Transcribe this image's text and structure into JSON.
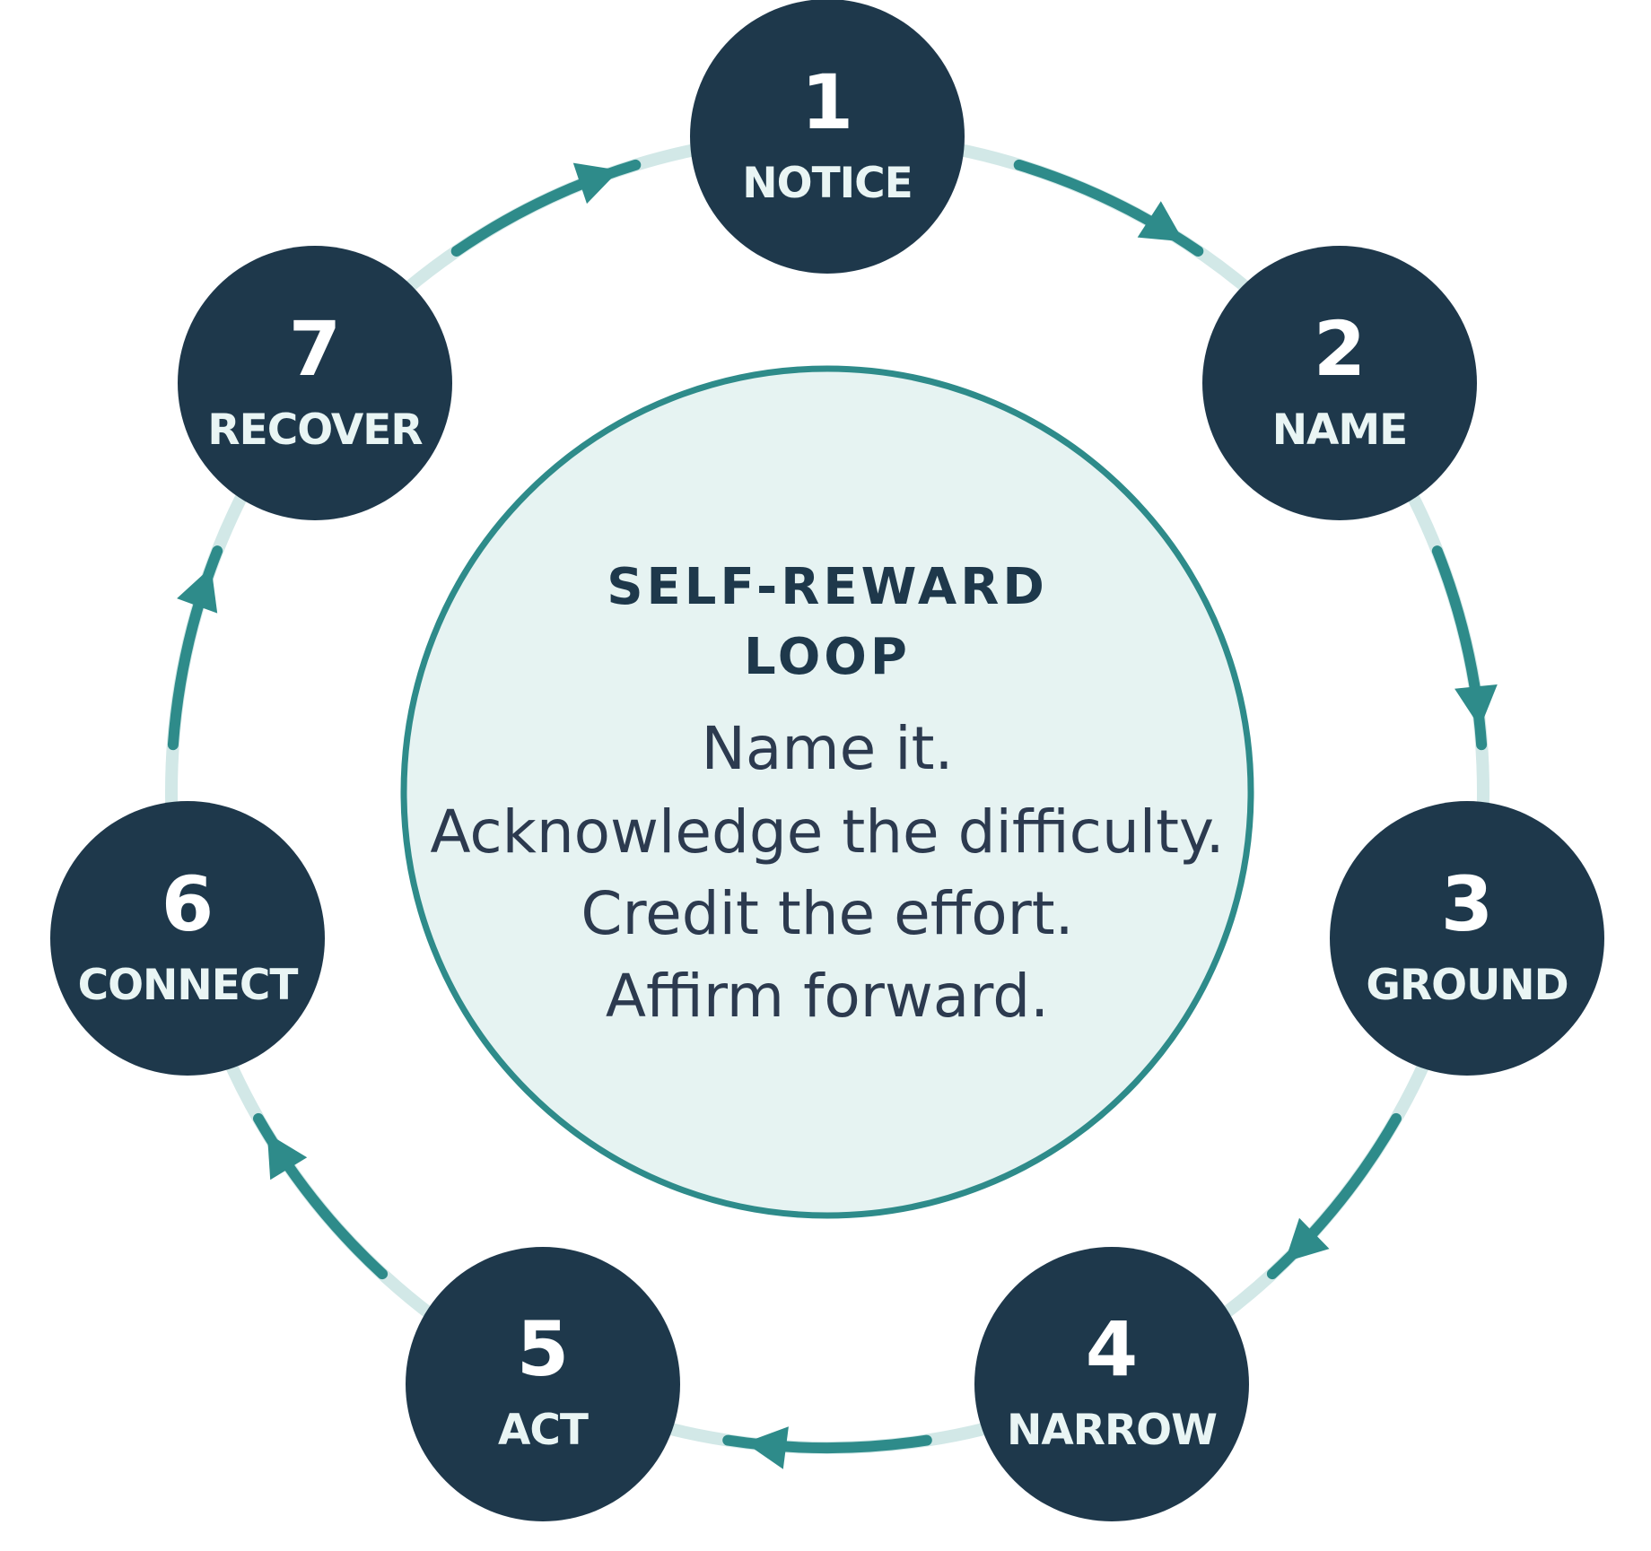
{
  "colors": {
    "node_fill": "#1e384b",
    "arrow": "#2e8b8a",
    "track": "#d2e8e7",
    "center_fill": "#e6f3f2",
    "center_stroke": "#2e8b8a"
  },
  "center": {
    "title_line1": "SELF-REWARD",
    "title_line2": "LOOP",
    "lines": [
      "Name it.",
      "Acknowledge the difficulty.",
      "Credit the effort.",
      "Affirm forward."
    ]
  },
  "steps": [
    {
      "number": "1",
      "label": "NOTICE"
    },
    {
      "number": "2",
      "label": "NAME"
    },
    {
      "number": "3",
      "label": "GROUND"
    },
    {
      "number": "4",
      "label": "NARROW"
    },
    {
      "number": "5",
      "label": "ACT"
    },
    {
      "number": "6",
      "label": "CONNECT"
    },
    {
      "number": "7",
      "label": "RECOVER"
    }
  ]
}
